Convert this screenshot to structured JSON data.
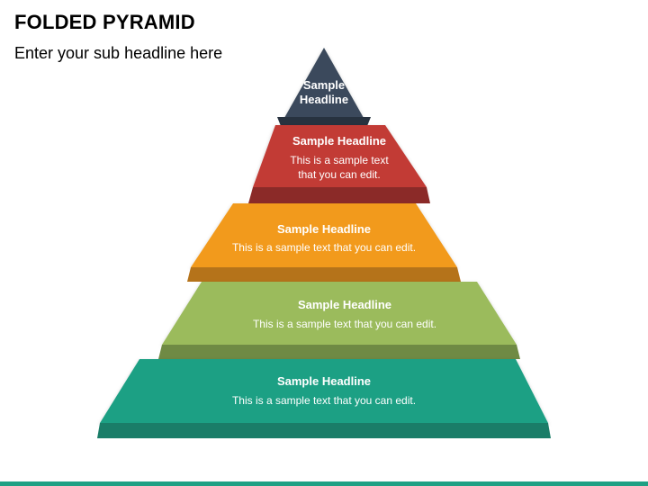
{
  "title": "FOLDED PYRAMID",
  "subtitle": "Enter your sub headline here",
  "tiers": [
    {
      "headline_line1": "Sample",
      "headline_line2": "Headline",
      "color": "#3a4a5c",
      "fold_color": "#27323f"
    },
    {
      "headline": "Sample Headline",
      "text_line1": "This is a sample text",
      "text_line2": "that you can edit.",
      "color": "#c23a35",
      "fold_color": "#8b2a28"
    },
    {
      "headline": "Sample Headline",
      "text": "This is a sample text that you can edit.",
      "color": "#f29a1c",
      "fold_color": "#b5731a"
    },
    {
      "headline": "Sample Headline",
      "text": "This is a sample text that you can edit.",
      "color": "#9bbb5c",
      "fold_color": "#6f8a44"
    },
    {
      "headline": "Sample Headline",
      "text": "This is a sample text that you can edit.",
      "color": "#1fa084",
      "fold_color": "#1a7d68"
    }
  ],
  "accent_bar_color": "#1fa084"
}
